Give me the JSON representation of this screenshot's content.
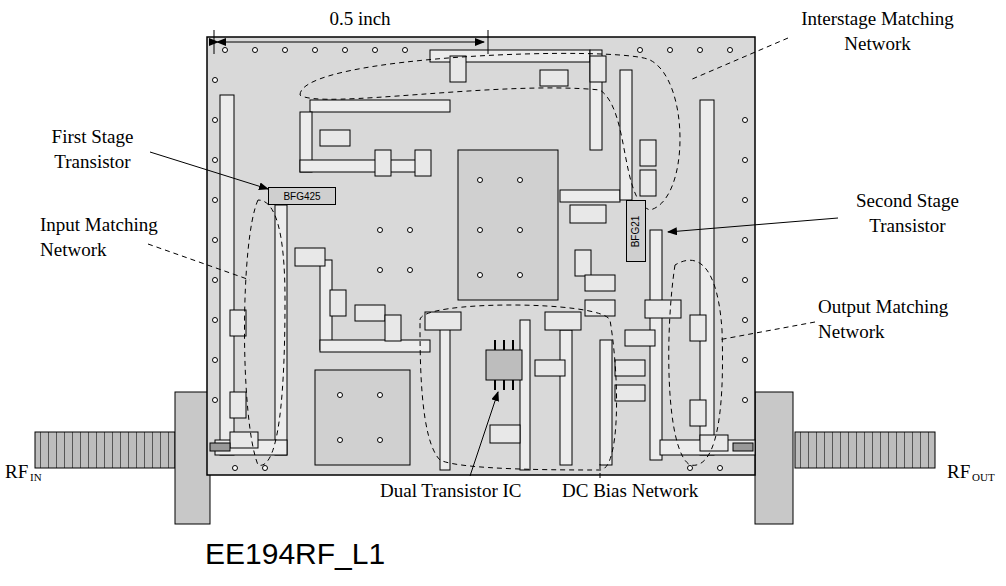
{
  "diagram": {
    "caption": "EE194RF_L1",
    "nodes": [
      {
        "text": [
          "BFG425"
        ]
      },
      {
        "text": [
          "BFG21"
        ]
      }
    ],
    "labels": [
      "0.5 inch",
      "Interstage Matching Network",
      "First Stage Transistor",
      "Input Matching Network",
      "Second Stage Transistor",
      "Output Matching Network",
      "Dual Transistor IC",
      "DC Bias Network",
      "RF",
      "IN",
      "RF",
      "OUT"
    ]
  }
}
